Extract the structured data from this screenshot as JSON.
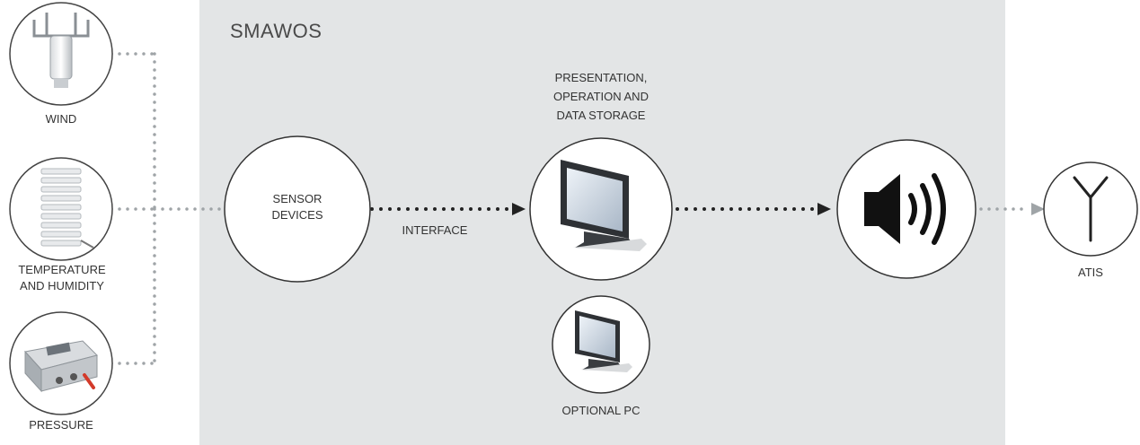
{
  "system": {
    "title": "SMAWOS"
  },
  "sensors": {
    "wind": {
      "label": "WIND"
    },
    "temperature": {
      "line1": "TEMPERATURE",
      "line2": "AND HUMIDITY"
    },
    "pressure": {
      "label": "PRESSURE"
    }
  },
  "sensor_devices": {
    "line1": "SENSOR",
    "line2": "DEVICES"
  },
  "interface": {
    "label": "INTERFACE"
  },
  "presentation": {
    "line1": "PRESENTATION,",
    "line2": "OPERATION AND",
    "line3": "DATA STORAGE"
  },
  "optional_pc": {
    "label": "OPTIONAL PC"
  },
  "atis": {
    "label": "ATIS"
  },
  "colors": {
    "panel": "#e3e5e6",
    "dotted": "#9fa4a7",
    "arrow_dark": "#222222",
    "circle_stroke": "#444444"
  },
  "icons": [
    "anemometer-icon",
    "radiation-shield-icon",
    "barometer-icon",
    "monitor-icon",
    "speaker-icon",
    "antenna-icon"
  ]
}
